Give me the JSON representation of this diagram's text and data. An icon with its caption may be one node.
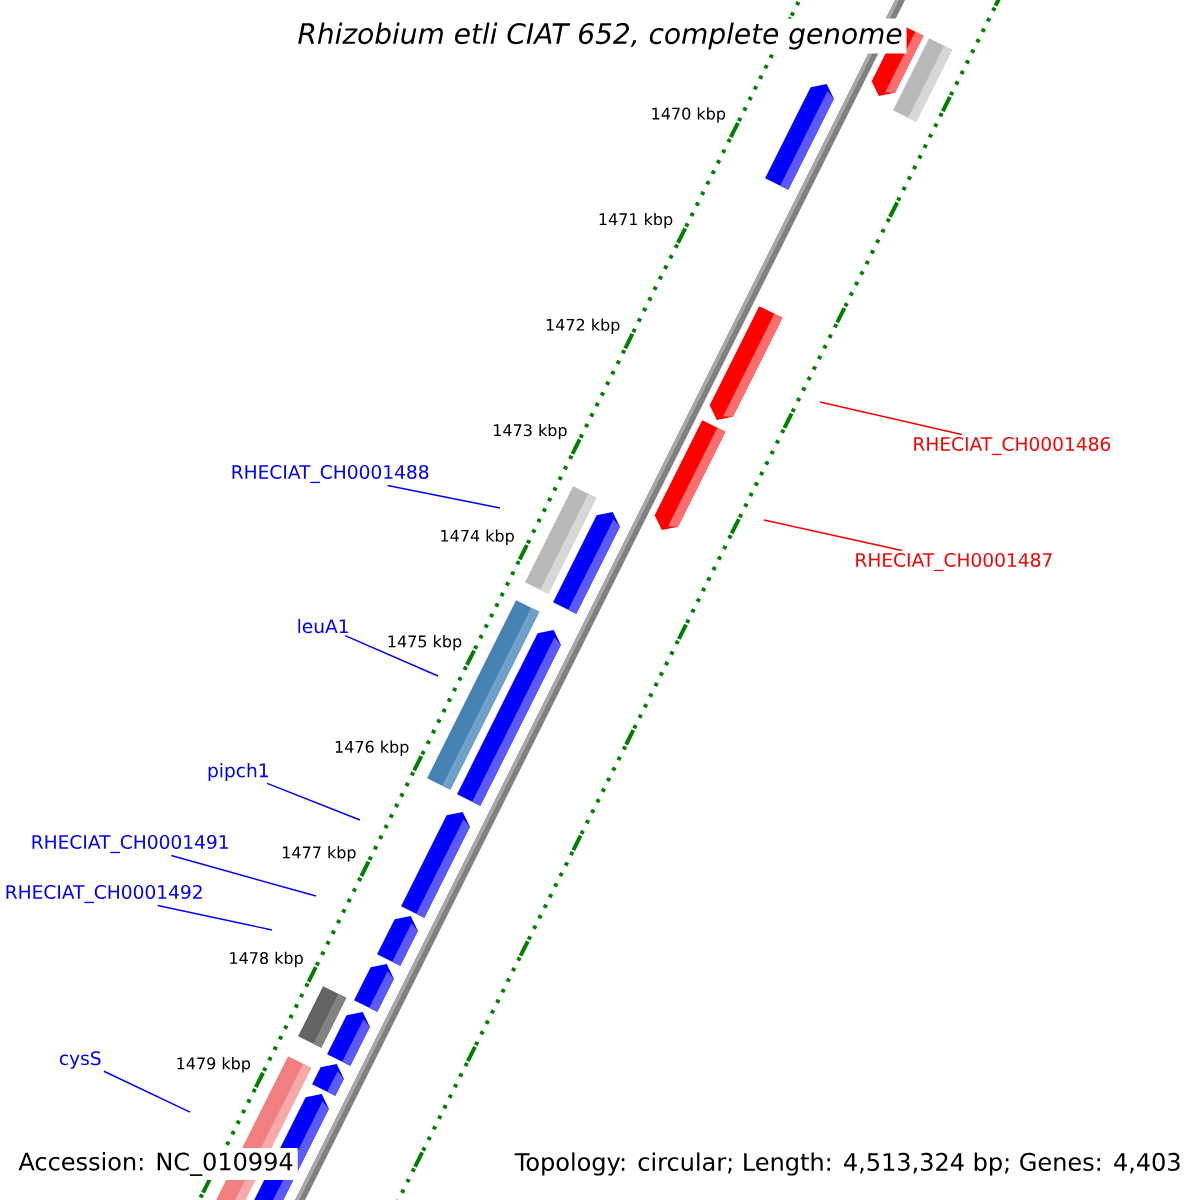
{
  "diagram": {
    "title": "Rhizobium etli CIAT 652, complete genome",
    "nodes": [
      {
        "text": [
          "RHECIAT_CH0001486"
        ]
      },
      {
        "text": [
          "RHECIAT_CH0001488"
        ]
      },
      {
        "text": [
          "RHECIAT_CH0001487"
        ]
      },
      {
        "text": [
          "leuA1"
        ]
      },
      {
        "text": [
          "pipch1"
        ]
      },
      {
        "text": [
          "RHECIAT_CH0001491"
        ]
      },
      {
        "text": [
          "RHECIAT_CH0001492"
        ]
      },
      {
        "text": [
          "cysS"
        ]
      }
    ],
    "edges": [
      {
        "from": 0,
        "to": null,
        "arrow": "none",
        "color": "#ff0000"
      },
      {
        "from": 1,
        "to": null,
        "arrow": "none"
      },
      {
        "from": 2,
        "to": null,
        "arrow": "none",
        "color": "#ff0000"
      },
      {
        "from": 3,
        "to": null,
        "arrow": "none"
      },
      {
        "from": 4,
        "to": null,
        "arrow": "none"
      },
      {
        "from": 5,
        "to": null,
        "arrow": "none"
      },
      {
        "from": 6,
        "to": null,
        "arrow": "none"
      },
      {
        "from": 7,
        "to": null,
        "arrow": "none"
      }
    ],
    "labels": [
      "1470 kbp",
      "1471 kbp",
      "1472 kbp",
      "1473 kbp",
      "1474 kbp",
      "1475 kbp",
      "1476 kbp",
      "1477 kbp",
      "1478 kbp",
      "1479 kbp",
      "Accession: NC_010994",
      "Topology: circular; Length: 4,513,324 bp; Genes: 4,403"
    ]
  }
}
